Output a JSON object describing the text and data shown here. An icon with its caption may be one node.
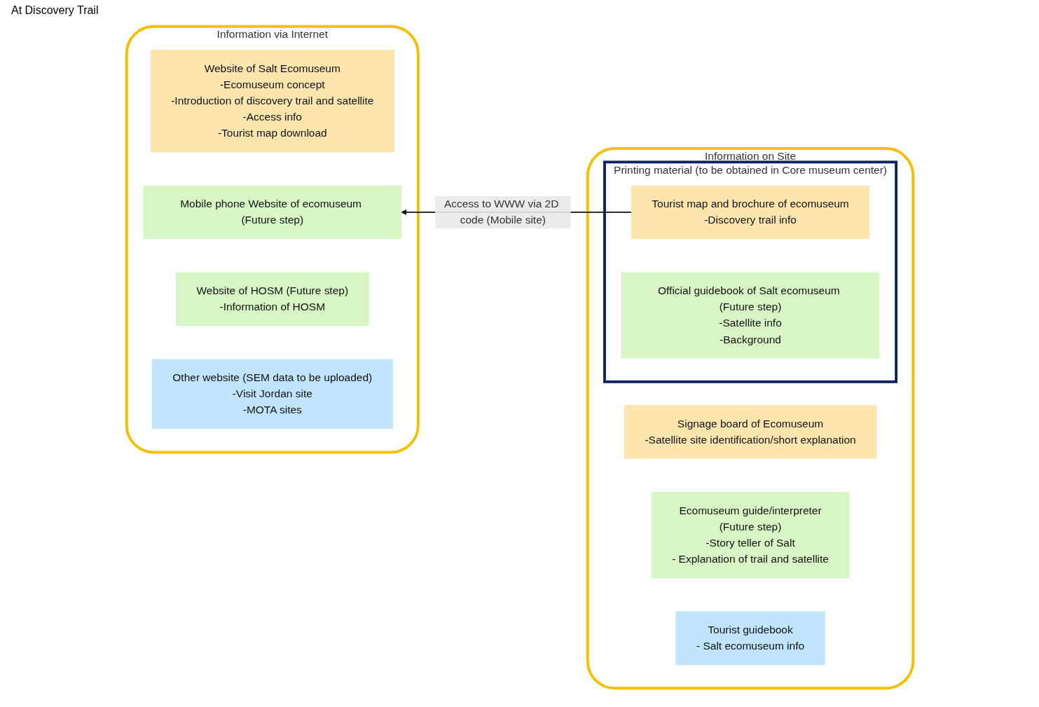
{
  "diagram": {
    "nodes": [
      {
        "text": [
          "Information via Internet"
        ]
      },
      {
        "text": [
          "Website of Salt Ecomuseum",
          "-Ecomuseum concept",
          "-Introduction of discovery trail and satellite",
          "-Access info",
          "-Tourist map download"
        ],
        "in": 0
      },
      {
        "text": [
          "Mobile phone Website of ecomuseum (Future step)"
        ],
        "in": 0
      },
      {
        "text": [
          "Website of HOSM (Future step)",
          "-Information of HOSM"
        ],
        "in": 0
      },
      {
        "text": [
          "Other website (SEM data to be uploaded)",
          "-Visit Jordan site",
          "-MOTA sites"
        ],
        "in": 0
      },
      {
        "text": [
          "Information on Site"
        ]
      },
      {
        "text": [
          "Printing material (to be obtained in Core museum center)"
        ],
        "in": 5
      },
      {
        "text": [
          "Tourist map and brochure of ecomuseum",
          "-Discovery trail info"
        ],
        "in": 6
      },
      {
        "text": [
          "Official guidebook of Salt ecomuseum (Future step)",
          "-Satellite info",
          "-Background"
        ],
        "in": 6
      },
      {
        "text": [
          "Signage board of Ecomuseum",
          "-Satellite site identification/short explanation"
        ],
        "in": 5
      },
      {
        "text": [
          "Ecomuseum guide/interpreter",
          "(Future step)",
          "-Story teller of Salt",
          "- Explanation of trail and satellite"
        ],
        "in": 5
      },
      {
        "text": [
          "Tourist guidebook",
          "- Salt ecomuseum info"
        ],
        "in": 5
      }
    ],
    "edges": [
      {
        "from": 7,
        "to": 2,
        "arrow": "to",
        "label": "Access to WWW via 2D code (Mobile site)"
      }
    ],
    "labels": [
      "At Discovery Trail"
    ]
  }
}
